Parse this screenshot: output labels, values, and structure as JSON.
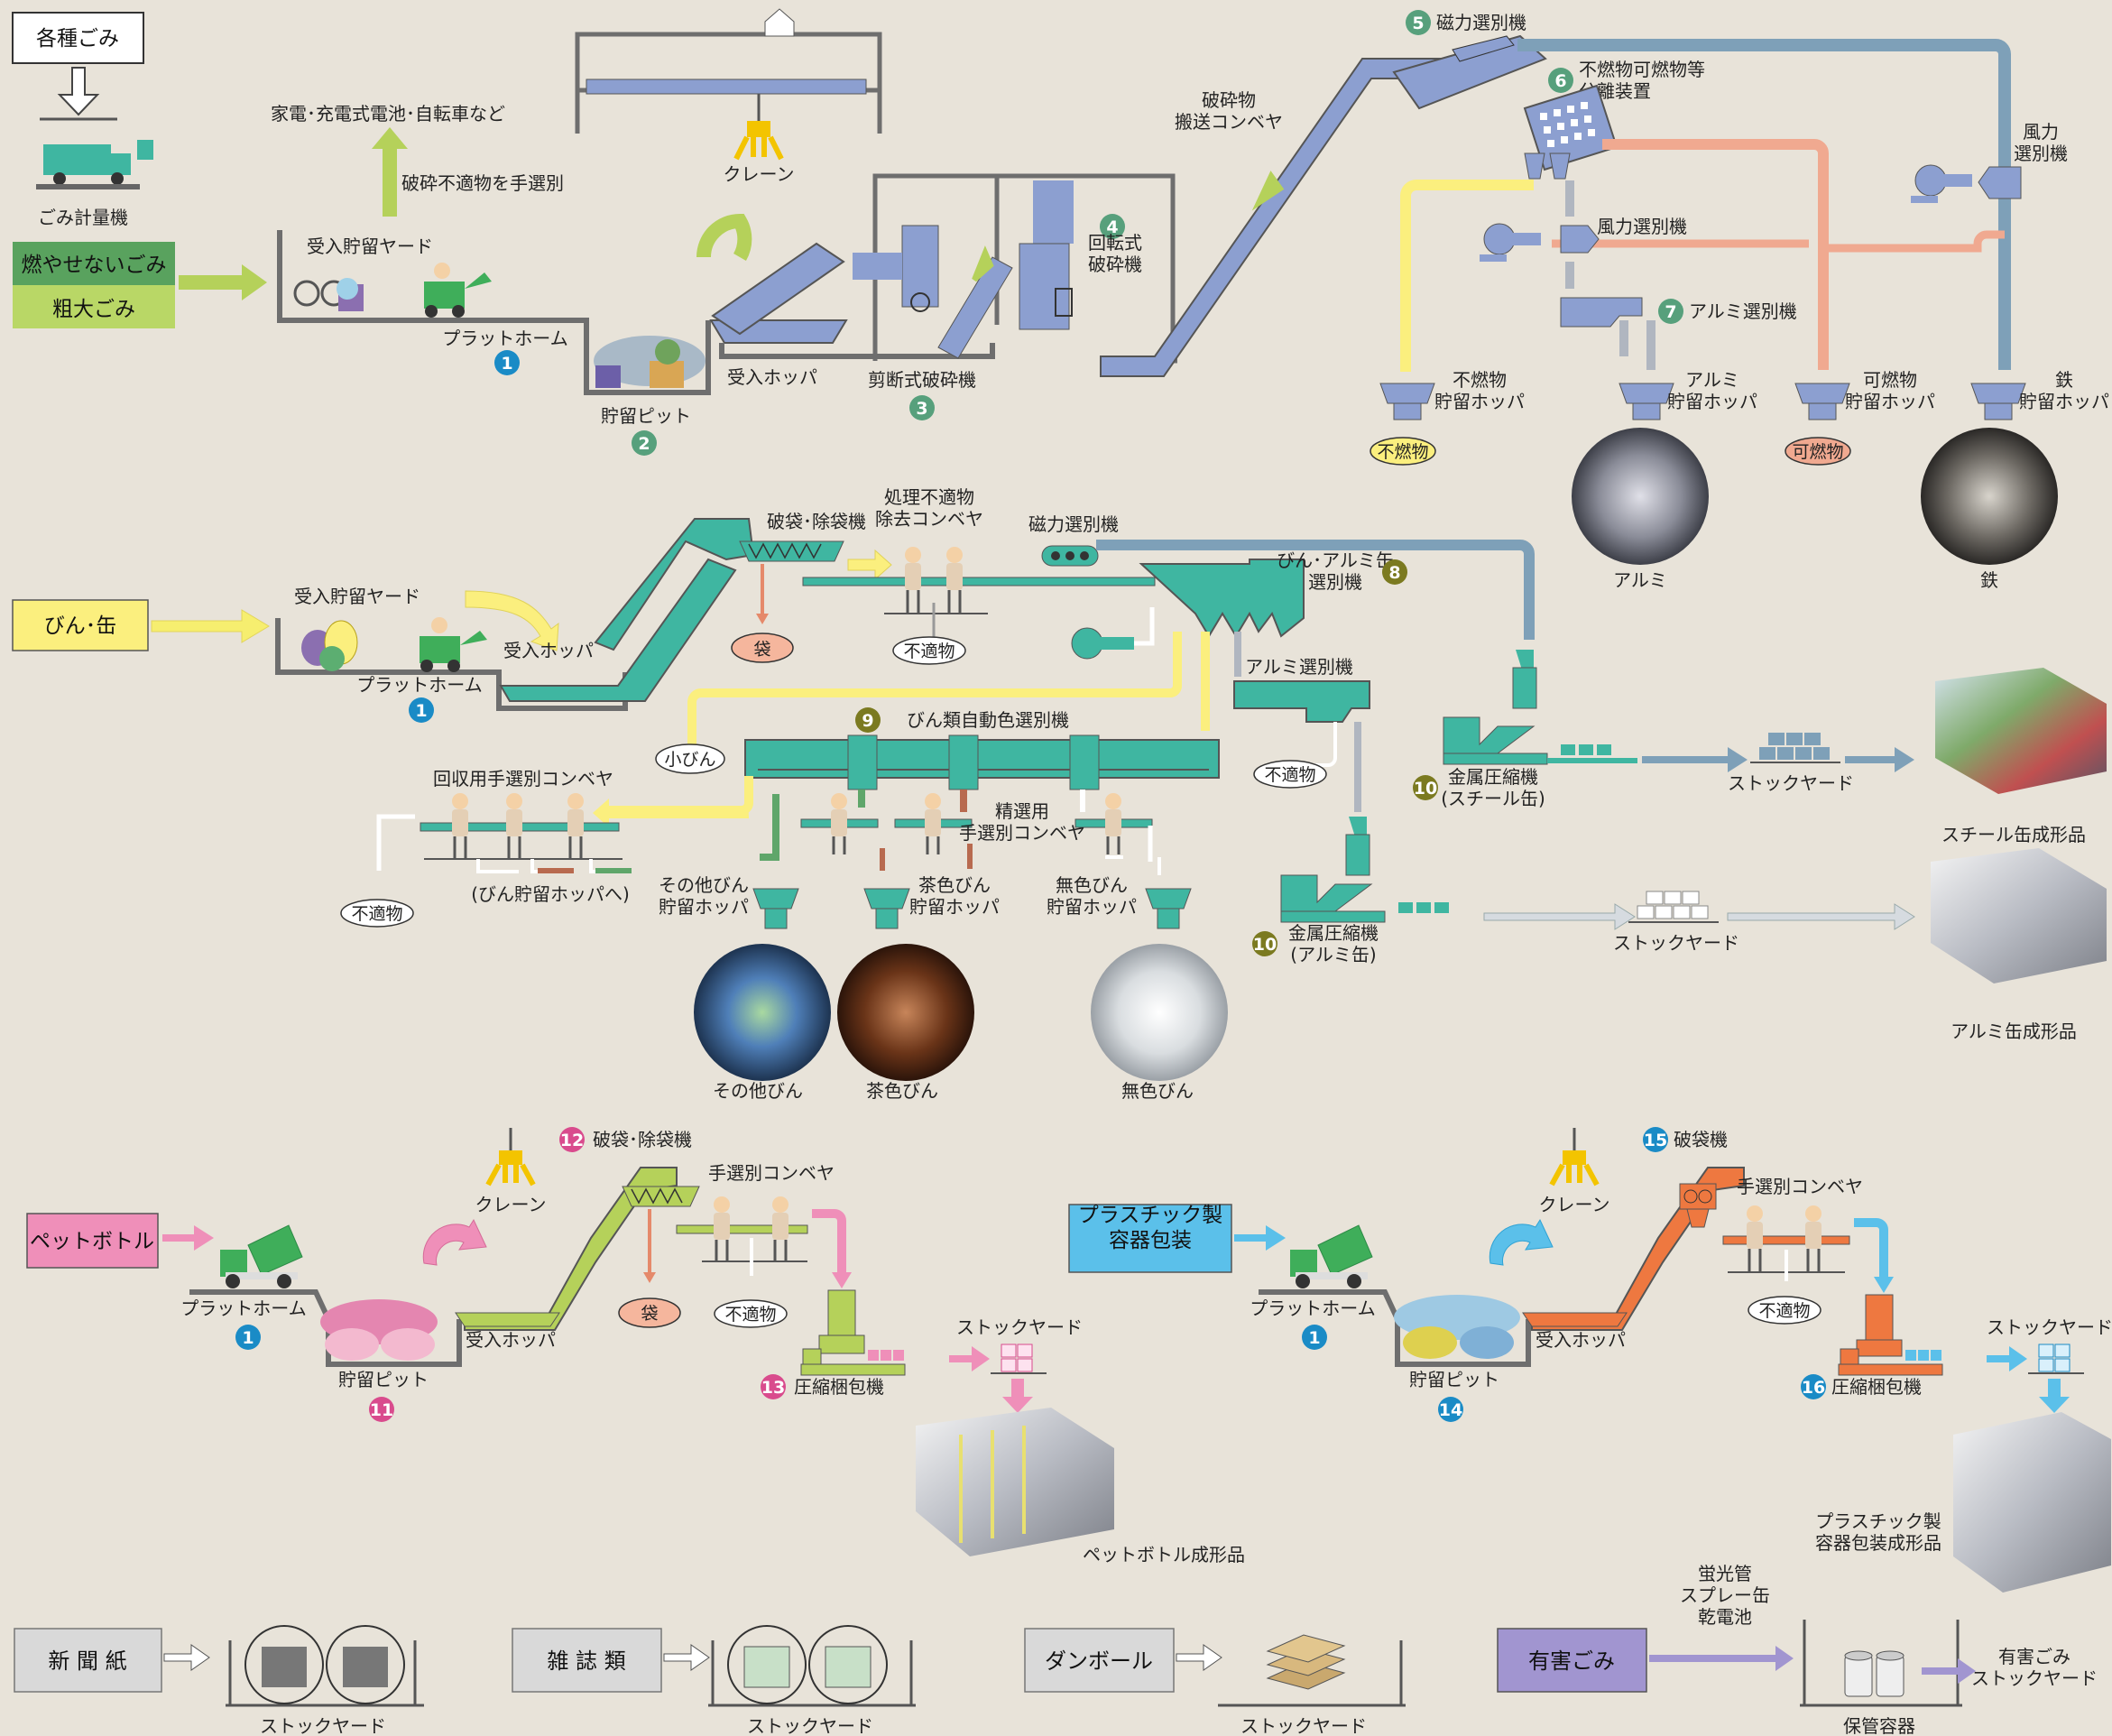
{
  "colors": {
    "background": "#e8e3d9",
    "line1_blue": "#8c9fd0",
    "line2_teal": "#3fb6a1",
    "line3_green": "#b5d15a",
    "line4_orange": "#ee7840",
    "steel_blue": "#7ea0b8",
    "yellow_flow": "#fbef7e",
    "salmon_flow": "#f0a990",
    "pink": "#ef8fb9",
    "sky": "#5bc0ea",
    "hazard_purple": "#a195d0",
    "num_teal": "#57a07c",
    "num_blue": "#1a8bc6",
    "num_olive": "#7b7a20",
    "num_pink": "#d94b8d"
  },
  "line1": {
    "source_box": "各種ごみ",
    "scale": "ごみ計量機",
    "input_1": "燃やせないごみ",
    "input_2": "粗大ごみ",
    "yard": "受入貯留ヤード",
    "platform": "プラットホーム",
    "platform_num": "1",
    "reject_note": "破砕不適物を手選別",
    "reject_items": "家電･充電式電池･自転車など",
    "pit": "貯留ピット",
    "pit_num": "2",
    "crane": "クレーン",
    "hopper": "受入ホッパ",
    "shear_crusher": "剪断式破砕機",
    "shear_num": "3",
    "rotary_crusher": "回転式\n破砕機",
    "rotary_num": "4",
    "crushed_conveyor": "破砕物\n搬送コンベヤ",
    "magnetic_num": "5",
    "magnetic": "磁力選別機",
    "separator_num": "6",
    "separator": "不燃物可燃物等\n分離装置",
    "wind_1": "風力選別機",
    "wind_2": "風力\n選別機",
    "alum_sep_num": "7",
    "alum_sep": "アルミ選別機",
    "hoppers": [
      {
        "label": "不燃物\n貯留ホッパ",
        "tag": "不燃物"
      },
      {
        "label": "アルミ\n貯留ホッパ",
        "tag": ""
      },
      {
        "label": "可燃物\n貯留ホッパ",
        "tag": "可燃物"
      },
      {
        "label": "鉄\n貯留ホッパ",
        "tag": ""
      }
    ],
    "photo_alum": "アルミ",
    "photo_iron": "鉄"
  },
  "line2": {
    "input": "びん･缶",
    "yard": "受入貯留ヤード",
    "platform": "プラットホーム",
    "platform_num": "1",
    "hopper": "受入ホッパ",
    "bag_breaker": "破袋･除袋機",
    "bag": "袋",
    "reject_conveyor": "処理不適物\n除去コンベヤ",
    "reject": "不適物",
    "magnetic": "磁力選別機",
    "sorter_num": "8",
    "sorter": "びん･アルミ缶\n選別機",
    "alum_sep": "アルミ選別機",
    "color_sorter_num": "9",
    "color_sorter": "びん類自動色選別機",
    "small_bottle": "小びん",
    "recovery_conveyor": "回収用手選別コンベヤ",
    "to_hopper": "(びん貯留ホッパへ)",
    "fine_conveyor": "精選用\n手選別コンベヤ",
    "bottle_hoppers": [
      "その他びん\n貯留ホッパ",
      "茶色びん\n貯留ホッパ",
      "無色びん\n貯留ホッパ"
    ],
    "bottle_photos": [
      "その他びん",
      "茶色びん",
      "無色びん"
    ],
    "press_num": "10",
    "press_steel": "金属圧縮機\n(スチール缶)",
    "press_alum": "金属圧縮機\n(アルミ缶)",
    "stock": "ストックヤード",
    "steel_product": "スチール缶成形品",
    "alum_product": "アルミ缶成形品"
  },
  "line3": {
    "input": "ペットボトル",
    "platform": "プラットホーム",
    "platform_num": "1",
    "crane": "クレーン",
    "pit": "貯留ピット",
    "pit_num": "11",
    "hopper": "受入ホッパ",
    "bag_breaker_num": "12",
    "bag_breaker": "破袋･除袋機",
    "hand_conveyor": "手選別コンベヤ",
    "bag": "袋",
    "reject": "不適物",
    "baler_num": "13",
    "baler": "圧縮梱包機",
    "stock": "ストックヤード",
    "product": "ペットボトル成形品"
  },
  "line4": {
    "input": "プラスチック製\n容器包装",
    "platform": "プラットホーム",
    "platform_num": "1",
    "crane": "クレーン",
    "pit": "貯留ピット",
    "pit_num": "14",
    "hopper": "受入ホッパ",
    "bag_breaker_num": "15",
    "bag_breaker": "破袋機",
    "hand_conveyor": "手選別コンベヤ",
    "reject": "不適物",
    "baler_num": "16",
    "baler": "圧縮梱包機",
    "stock": "ストックヤード",
    "product": "プラスチック製\n容器包装成形品"
  },
  "bottom": {
    "items": [
      {
        "label": "新 聞 紙",
        "stock": "ストックヤード"
      },
      {
        "label": "雑 誌 類",
        "stock": "ストックヤード"
      },
      {
        "label": "ダンボール",
        "stock": "ストックヤード"
      }
    ],
    "hazard": "有害ごみ",
    "hazard_items": "蛍光管\nスプレー缶\n乾電池",
    "container": "保管容器",
    "hazard_stock": "有害ごみ\nストックヤード"
  }
}
